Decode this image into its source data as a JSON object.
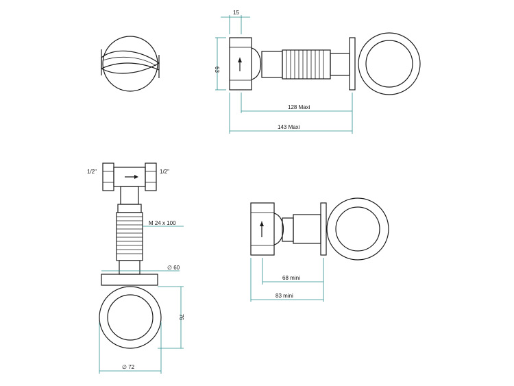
{
  "dimensions": {
    "top_width": "15",
    "top_height": "63",
    "top_len_inner": "128 Maxi",
    "top_len_outer": "143 Maxi",
    "thread_left": "1/2\"",
    "thread_right": "1/2\"",
    "hose_thread": "M 24 x 100",
    "flange_dia": "∅ 60",
    "rosette_height": "76",
    "rosette_dia": "∅ 72",
    "min_inner": "68 mini",
    "min_outer": "83 mini"
  },
  "colors": {
    "dimension_line": "#2a8c8c",
    "part_line": "#1a1a1a"
  }
}
